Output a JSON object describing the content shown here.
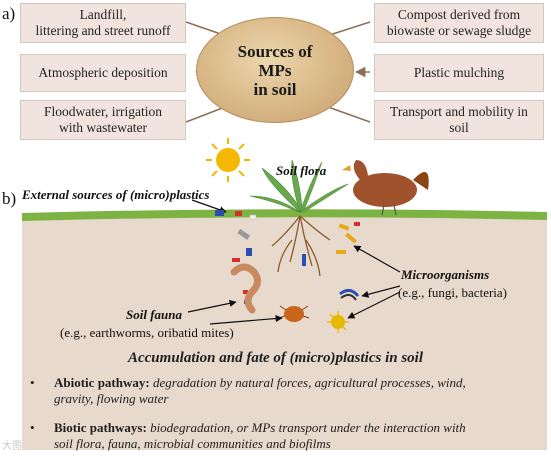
{
  "panel_a": {
    "label": "a)",
    "center": {
      "line1": "Sources of",
      "line2": "MPs",
      "line3": "in soil"
    },
    "left_boxes": [
      {
        "line1": "Landfill,",
        "line2": "littering and street runoff"
      },
      {
        "line1": "Atmospheric deposition",
        "line2": ""
      },
      {
        "line1": "Floodwater, irrigation",
        "line2": "with wastewater"
      }
    ],
    "right_boxes": [
      {
        "line1": "Compost derived from",
        "line2": "biowaste or sewage sludge"
      },
      {
        "line1": "Plastic mulching",
        "line2": ""
      },
      {
        "line1": "Transport and mobility in",
        "line2": "soil"
      }
    ],
    "colors": {
      "box_fill": "#f1e4de",
      "oval_fill": "#d9b786",
      "arrow": "#8a7055"
    }
  },
  "panel_b": {
    "label": "b)",
    "external_sources": "External sources of (micro)plastics",
    "soil_flora": "Soil flora",
    "microorganisms": {
      "title": "Microorganisms",
      "examples": "(e.g., fungi, bacteria)"
    },
    "soil_fauna": {
      "title": "Soil fauna",
      "examples": "(e.g., earthworms, oribatid mites)"
    },
    "fate_title": "Accumulation and fate of (micro)plastics in soil",
    "bullets": [
      {
        "bold": "Abiotic pathway:",
        "italic_line1": " degradation by natural forces, agricultural processes, wind,",
        "italic_line2": "gravity, flowing water"
      },
      {
        "bold": "Biotic pathways:",
        "italic_line1": " biodegradation, or MPs transport under the interaction with",
        "italic_line2": "soil flora, fauna, microbial communities and biofilms"
      }
    ],
    "colors": {
      "soil": "#e7d9cb",
      "grass": "#7cb342",
      "sun": "#f5b800",
      "hen": "#a0522d"
    }
  },
  "icons": [
    "sun-icon",
    "hen-icon",
    "plant-icon",
    "earthworm-icon",
    "mite-icon",
    "bacteria-icon",
    "fungi-icon",
    "plastic-fragment-icon"
  ],
  "watermark": "大图"
}
